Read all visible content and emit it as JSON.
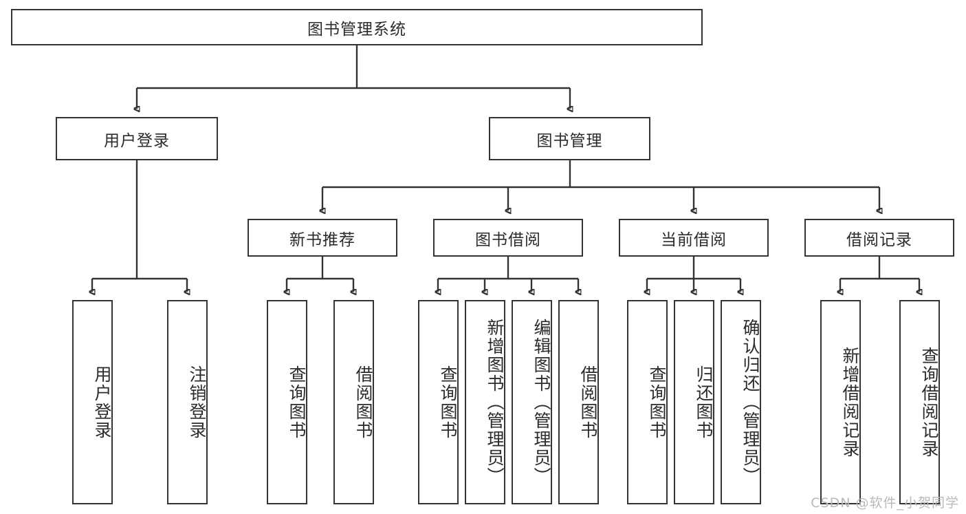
{
  "title": "图书管理系统",
  "watermark": "CSDN @软件_小贺同学",
  "colors": {
    "border": "#333333",
    "text": "#2b2b2b",
    "background": "#ffffff",
    "watermark": "#b9b9b9"
  },
  "nodes": {
    "root": {
      "label": "图书管理系统"
    },
    "level2": [
      {
        "label": "用户登录"
      },
      {
        "label": "图书管理"
      }
    ],
    "level3": [
      {
        "label": "新书推荐"
      },
      {
        "label": "图书借阅"
      },
      {
        "label": "当前借阅"
      },
      {
        "label": "借阅记录"
      }
    ],
    "leaves": [
      {
        "label": "用户登录"
      },
      {
        "label": "注销登录"
      },
      {
        "label": "查询图书"
      },
      {
        "label": "借阅图书"
      },
      {
        "label": "查询图书"
      },
      {
        "label": "新增图书（管理员）"
      },
      {
        "label": "编辑图书（管理员）"
      },
      {
        "label": "借阅图书"
      },
      {
        "label": "查询图书"
      },
      {
        "label": "归还图书"
      },
      {
        "label": "确认归还（管理员）"
      },
      {
        "label": "新增借阅记录"
      },
      {
        "label": "查询借阅记录"
      }
    ]
  }
}
